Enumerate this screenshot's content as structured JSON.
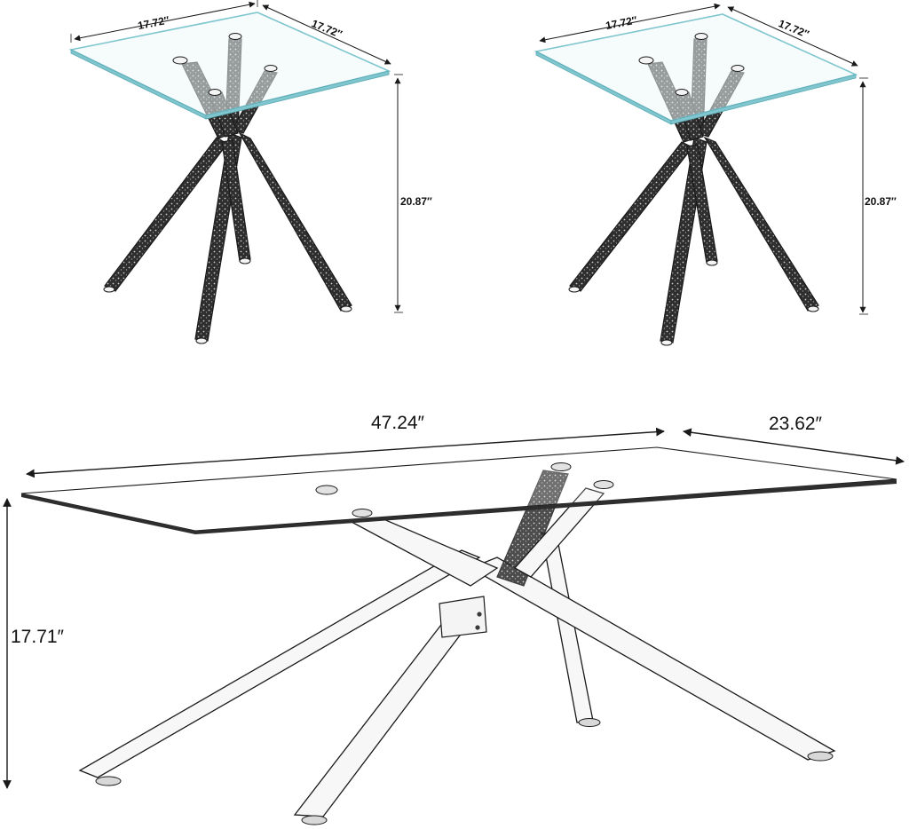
{
  "colors": {
    "ink": "#1a1a1a",
    "glass_edge": "#7fc6cf",
    "glass_fill": "#eef8f9",
    "leg_fill": "#f4f4f4",
    "leg_dark": "#3a3a3a"
  },
  "end_table_left": {
    "width_label": "17.72″",
    "depth_label": "17.72″",
    "height_label": "20.87″"
  },
  "end_table_right": {
    "width_label": "17.72″",
    "depth_label": "17.72″",
    "height_label": "20.87″"
  },
  "coffee_table": {
    "length_label": "47.24″",
    "depth_label": "23.62″",
    "height_label": "17.71″"
  }
}
